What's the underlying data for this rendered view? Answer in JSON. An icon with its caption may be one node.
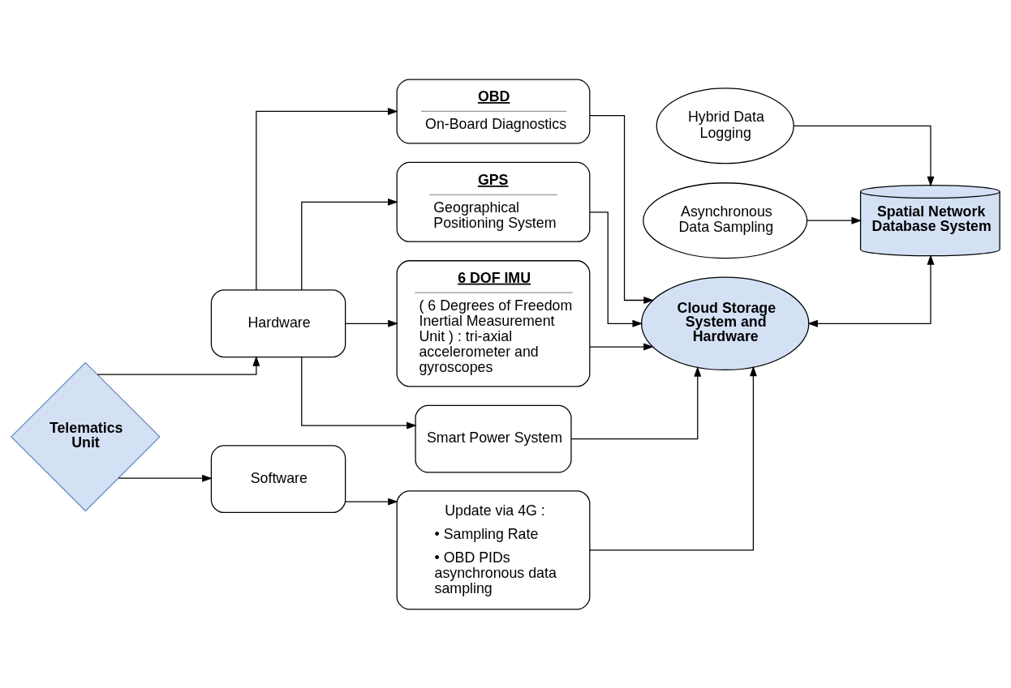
{
  "diagram": {
    "nodes": [
      {
        "text": [
          "Hardware"
        ]
      },
      {
        "text": [
          "Telematics Unit"
        ]
      },
      {
        "text": [
          "Software"
        ]
      },
      {
        "text": [
          "OBD",
          "On-Board Diagnostics"
        ]
      },
      {
        "text": [
          "GPS",
          "Geographical Positioning System"
        ]
      },
      {
        "text": [
          "6 DOF IMU",
          "( 6 Degrees of Freedom Inertial Measurement Unit ) : tri-axial accelerometer and gyroscopes"
        ]
      },
      {
        "text": [
          "Smart Power System"
        ]
      },
      {
        "text": [
          "Update via 4G :",
          "• Sampling Rate",
          "• OBD PIDs asynchronous data sampling"
        ]
      },
      {
        "text": [
          "Cloud Storage System and Hardware"
        ]
      },
      {
        "text": [
          "Hybrid Data Logging"
        ]
      },
      {
        "text": [
          "Asynchronous Data Sampling"
        ]
      },
      {
        "text": [
          "Spatial Network Database System"
        ]
      }
    ],
    "edges": [
      {
        "from": 1,
        "to": 0,
        "arrow": "to"
      },
      {
        "from": 1,
        "to": 2,
        "arrow": "to"
      },
      {
        "from": 0,
        "to": 3,
        "arrow": "to"
      },
      {
        "from": 0,
        "to": 4,
        "arrow": "to"
      },
      {
        "from": 0,
        "to": 5,
        "arrow": "to"
      },
      {
        "from": 0,
        "to": 6,
        "arrow": "to"
      },
      {
        "from": 2,
        "to": 7,
        "arrow": "to"
      },
      {
        "from": 3,
        "to": 8,
        "arrow": "to"
      },
      {
        "from": 4,
        "to": 8,
        "arrow": "to"
      },
      {
        "from": 5,
        "to": 8,
        "arrow": "to"
      },
      {
        "from": 6,
        "to": 8,
        "arrow": "to"
      },
      {
        "from": 7,
        "to": 8,
        "arrow": "to"
      },
      {
        "from": 9,
        "to": 11,
        "arrow": "to"
      },
      {
        "from": 10,
        "to": 11,
        "arrow": "to"
      },
      {
        "from": 8,
        "to": 11,
        "arrow": "both"
      }
    ]
  }
}
